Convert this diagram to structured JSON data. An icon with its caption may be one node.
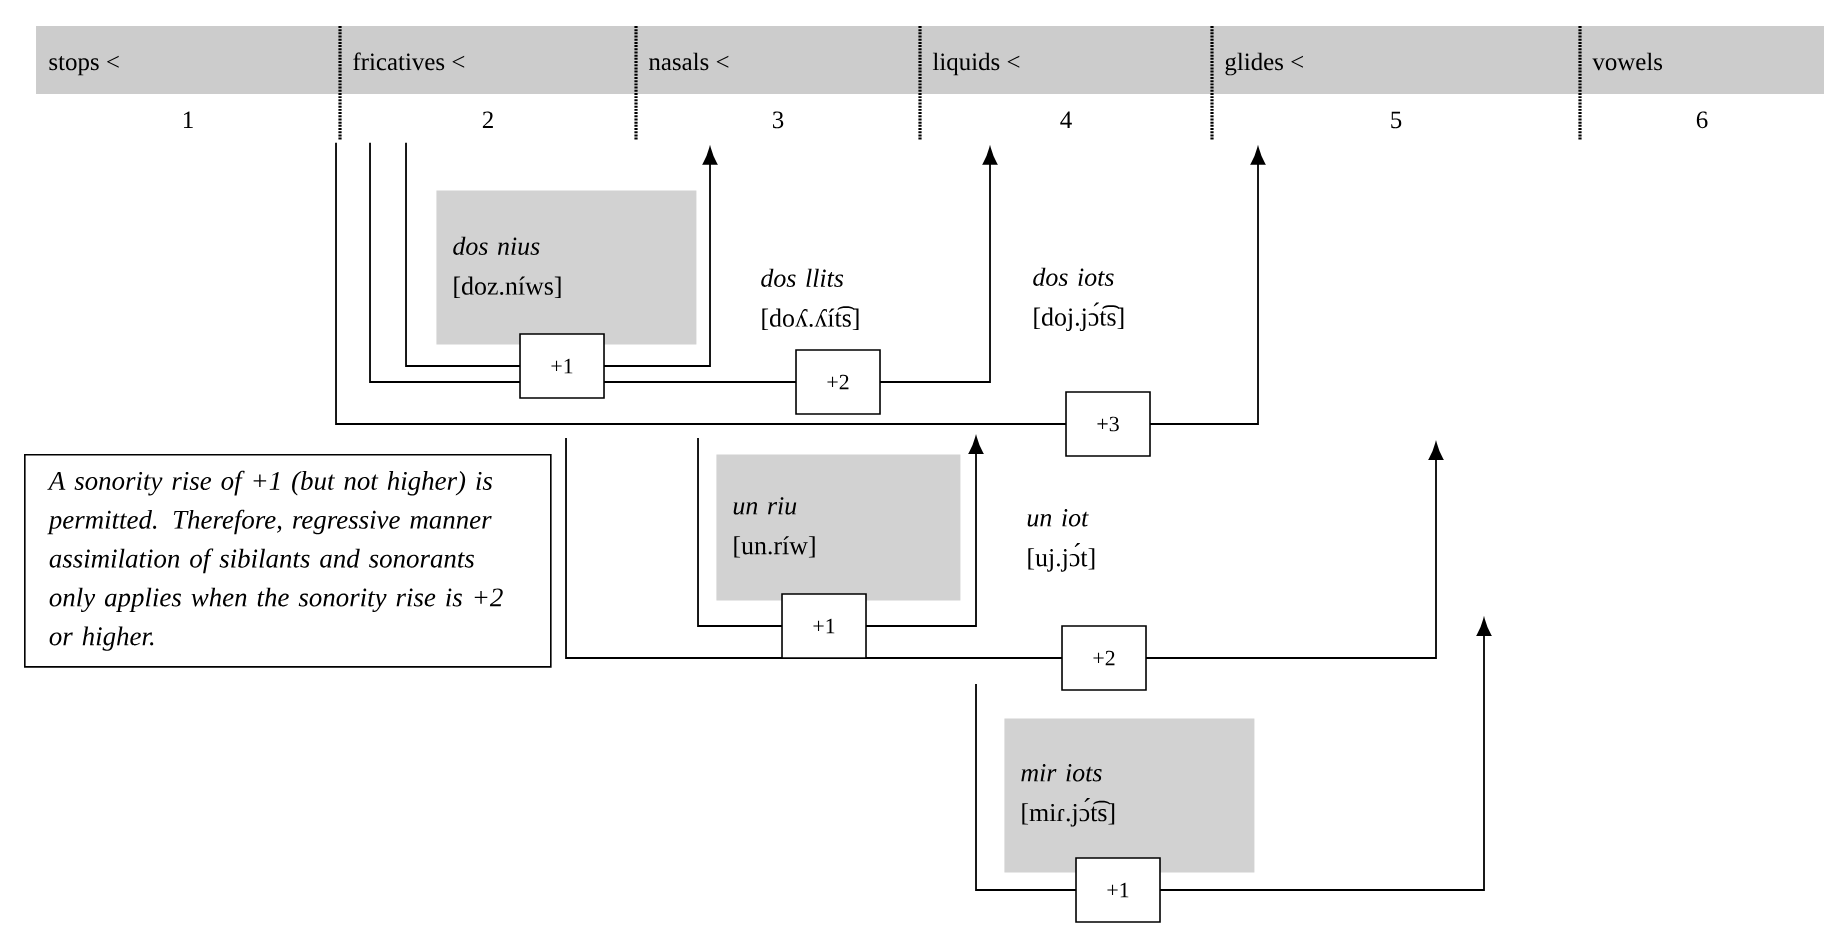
{
  "diagram": {
    "nodes": [
      {
        "text": [
          "stops <",
          "1"
        ]
      },
      {
        "text": [
          "fricatives <",
          "2"
        ]
      },
      {
        "text": [
          "nasals <",
          "3"
        ]
      },
      {
        "text": [
          "liquids <",
          "4"
        ]
      },
      {
        "text": [
          "glides <",
          "5"
        ]
      },
      {
        "text": [
          "vowels",
          "6"
        ]
      },
      {
        "text": [
          "dos nius",
          "[doz.níws]"
        ]
      },
      {
        "text": [
          "dos llits",
          "[doʎ.ʎít͡s]"
        ]
      },
      {
        "text": [
          "dos iots",
          "[doj.jɔ́t͡s]"
        ]
      },
      {
        "text": [
          "A sonority rise of +1 (but not higher) is permitted. Therefore, regressive manner assimilation of sibilants and sonorants only applies when the sonority rise is +2 or higher."
        ]
      },
      {
        "text": [
          "un riu",
          "[un.ríw]"
        ]
      },
      {
        "text": [
          "un iot",
          "[uj.jɔ́t]"
        ]
      },
      {
        "text": [
          "mir iots",
          "[miɾ.jɔ́t͡s]"
        ]
      }
    ],
    "edges": [
      {
        "from": 1,
        "to": 2,
        "arrow": "to",
        "label": "+1"
      },
      {
        "from": 1,
        "to": 3,
        "arrow": "to",
        "label": "+2"
      },
      {
        "from": 1,
        "to": 4,
        "arrow": "to",
        "label": "+3"
      }
    ],
    "labels": [
      "+1",
      "+2",
      "+1"
    ]
  }
}
